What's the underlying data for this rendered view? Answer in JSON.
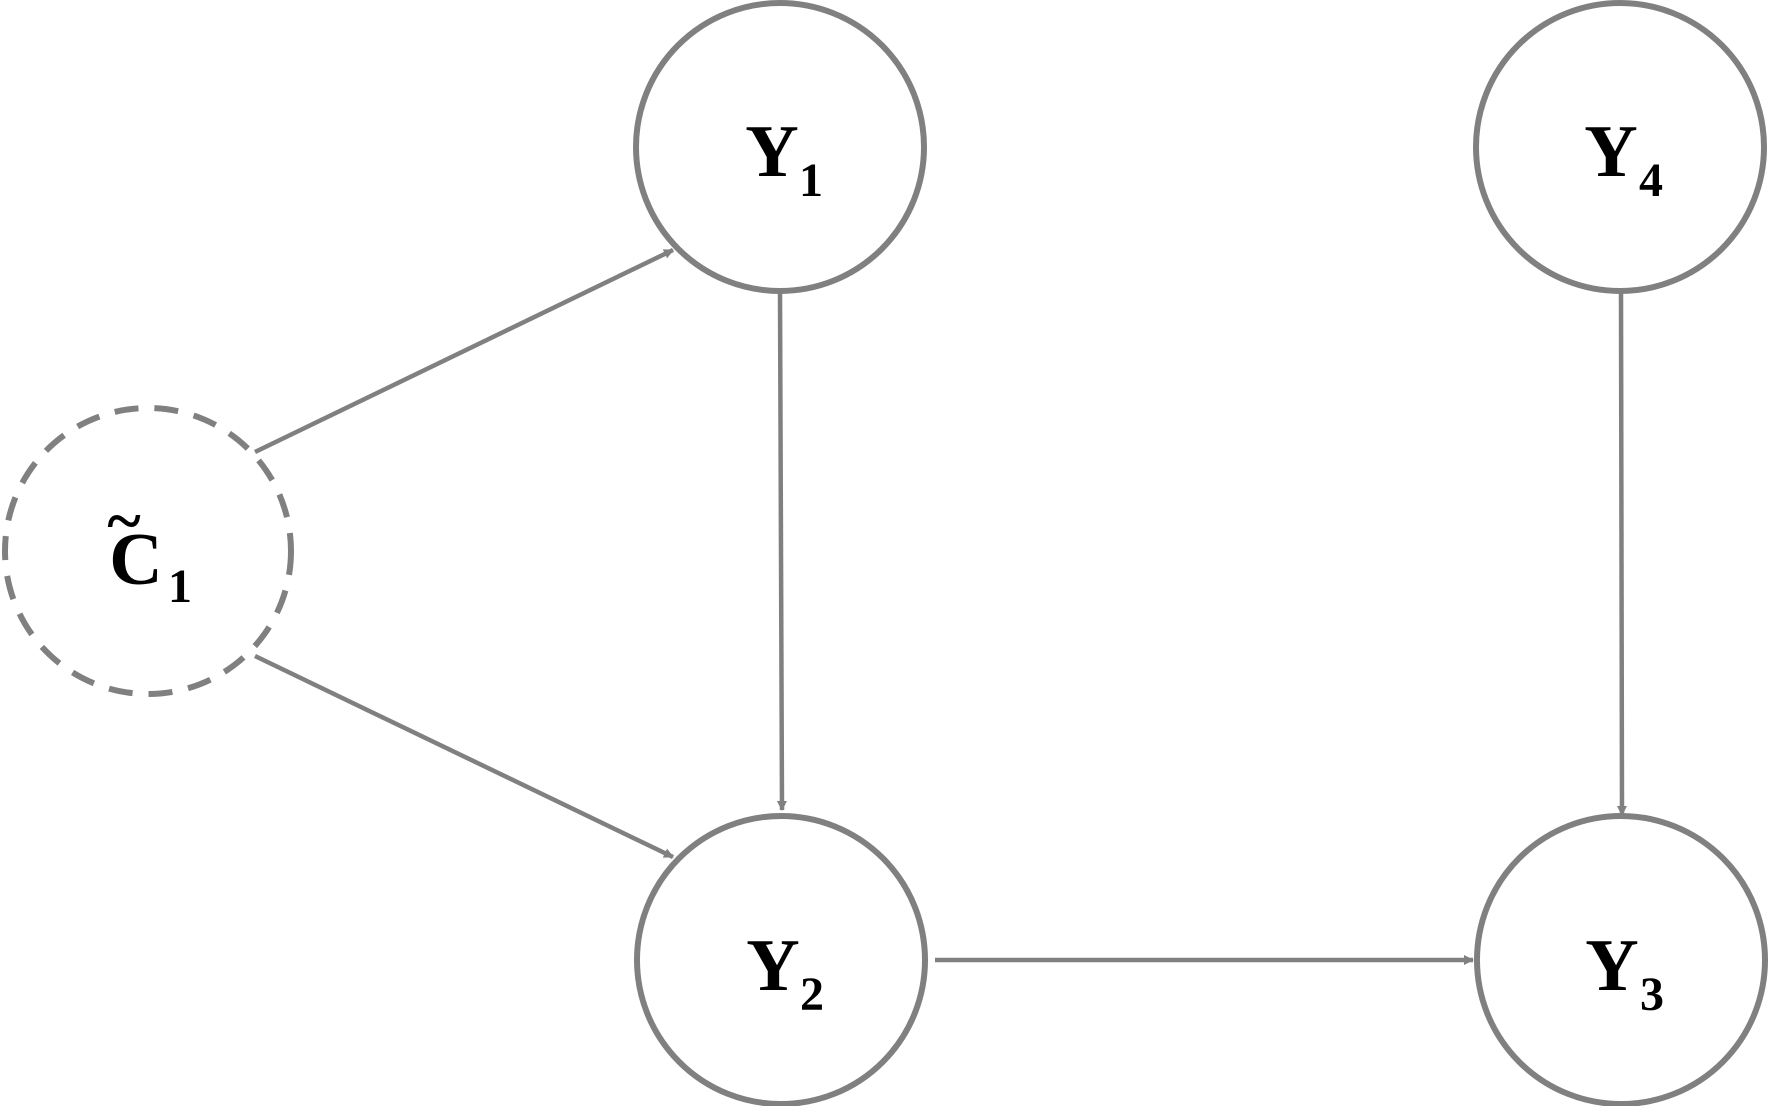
{
  "colors": {
    "stroke": "#808080",
    "text": "#000000",
    "background": "#ffffff"
  },
  "nodes": {
    "c1": {
      "letter": "C",
      "accent": "~",
      "subscript": "1",
      "style": "dashed"
    },
    "y1": {
      "letter": "Y",
      "subscript": "1",
      "style": "solid"
    },
    "y2": {
      "letter": "Y",
      "subscript": "2",
      "style": "solid"
    },
    "y3": {
      "letter": "Y",
      "subscript": "3",
      "style": "solid"
    },
    "y4": {
      "letter": "Y",
      "subscript": "4",
      "style": "solid"
    }
  },
  "edges": [
    {
      "from": "c1",
      "to": "y1"
    },
    {
      "from": "c1",
      "to": "y2"
    },
    {
      "from": "y1",
      "to": "y2"
    },
    {
      "from": "y2",
      "to": "y3"
    },
    {
      "from": "y4",
      "to": "y3"
    }
  ]
}
